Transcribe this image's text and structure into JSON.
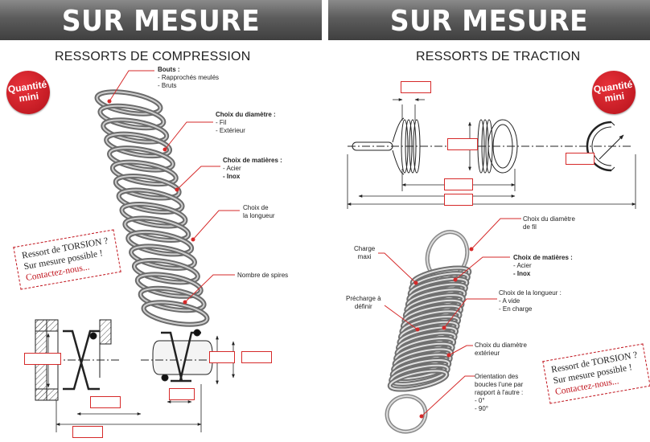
{
  "banners": {
    "left": "SUR MESURE",
    "right": "SUR MESURE"
  },
  "compression": {
    "title": "RESSORTS DE COMPRESSION",
    "badge": {
      "line1": "Quantité",
      "line2": "mini"
    },
    "note": {
      "line1": "Ressort de TORSION ?",
      "line2": "Sur mesure possible !",
      "line3": "Contactez-nous..."
    },
    "labels": {
      "bouts": {
        "title": "Bouts :",
        "items": [
          "- Rapprochés meulés",
          "- Bruts"
        ]
      },
      "diametre": {
        "title": "Choix du diamètre :",
        "items": [
          "- Fil",
          "- Extérieur"
        ]
      },
      "matieres": {
        "title": "Choix de matières :",
        "items": [
          "- Acier"
        ],
        "bold_item": "- Inox"
      },
      "longueur": {
        "line1": "Choix de",
        "line2": "la longueur"
      },
      "spires": "Nombre de spires"
    }
  },
  "traction": {
    "title": "RESSORTS DE TRACTION",
    "badge": {
      "line1": "Quantité",
      "line2": "mini"
    },
    "note": {
      "line1": "Ressort de TORSION ?",
      "line2": "Sur mesure possible !",
      "line3": "Contactez-nous..."
    },
    "labels": {
      "diametre_fil": {
        "line1": "Choix du diamètre",
        "line2": "de fil"
      },
      "charge": {
        "line1": "Charge",
        "line2": "maxi"
      },
      "matieres": {
        "title": "Choix de matières :",
        "items": [
          "- Acier"
        ],
        "bold_item": "- Inox"
      },
      "precharge": {
        "line1": "Précharge à",
        "line2": "définir"
      },
      "longueur": {
        "title": "Choix de la longueur :",
        "items": [
          "- A vide",
          "- En charge"
        ]
      },
      "diametre_ext": {
        "line1": "Choix du diamètre",
        "line2": "extérieur"
      },
      "orientation": {
        "lines": [
          "Orientation des",
          "boucles l'une par",
          "rapport à l'autre :",
          "- 0°",
          "- 90°"
        ]
      }
    }
  },
  "colors": {
    "accent": "#c0121b",
    "banner": "#555555",
    "dim_box": "#d62a2a",
    "leader": "#d62a2a"
  }
}
